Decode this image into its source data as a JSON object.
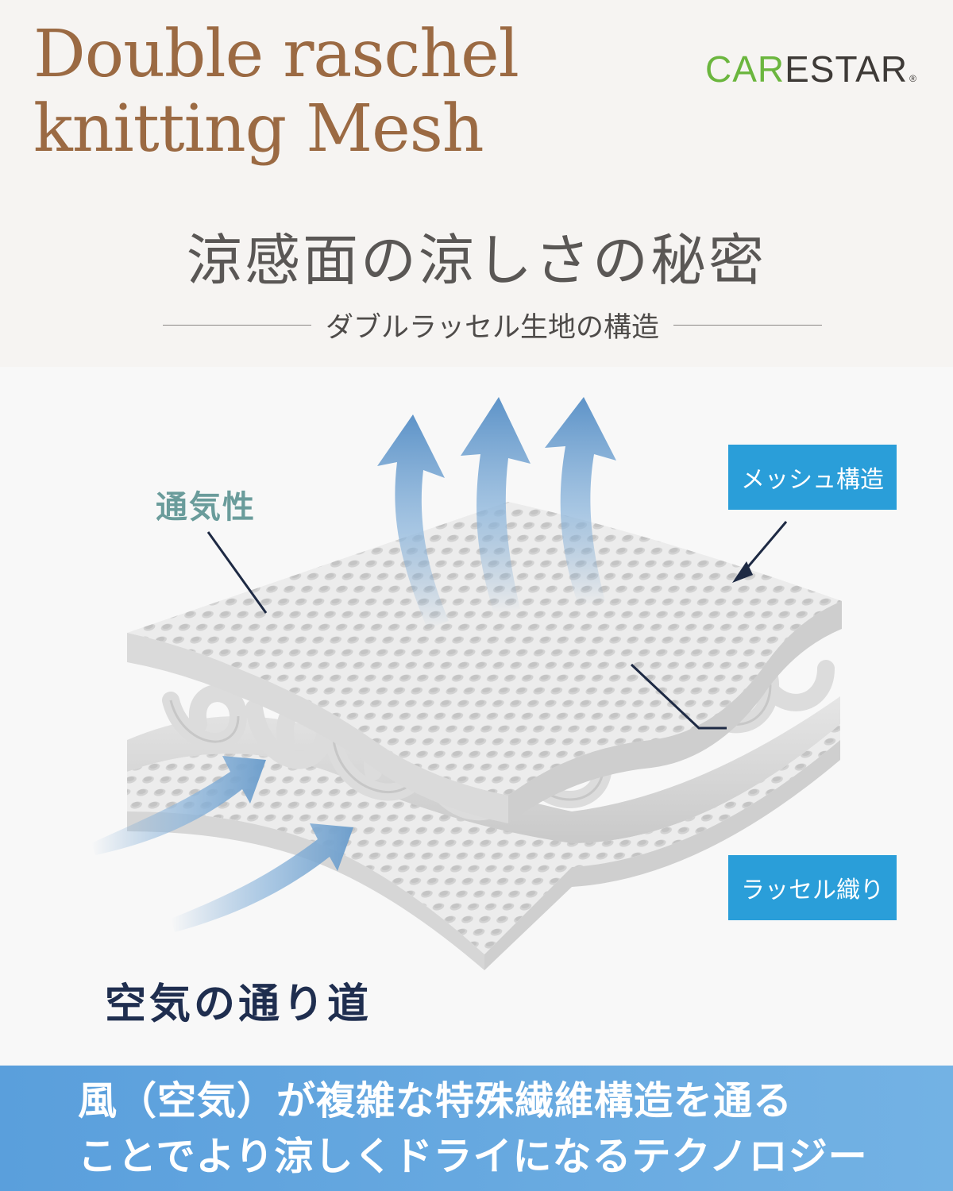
{
  "title": {
    "line1": "Double raschel",
    "line2": "knitting Mesh"
  },
  "logo": {
    "part1": "CAR",
    "part2": "ESTAR",
    "mark": "®"
  },
  "headline": "涼感面の涼しさの秘密",
  "subheadline": "ダブルラッセル生地の構造",
  "labels": {
    "breathability": "通気性",
    "mesh_structure": "メッシュ構造",
    "raschel_knit": "ラッセル織り",
    "air_passage": "空気の通り道"
  },
  "banner": {
    "line1": "風（空気）が複雑な特殊繊維構造を通る",
    "line2": "ことでより涼しくドライになるテクノロジー"
  },
  "colors": {
    "title": "#9b6a43",
    "logo_green": "#6bb63e",
    "callout_blue": "#2a9ed9",
    "arrow_blue": "#6f9fcc",
    "banner": "#6aaee2"
  }
}
